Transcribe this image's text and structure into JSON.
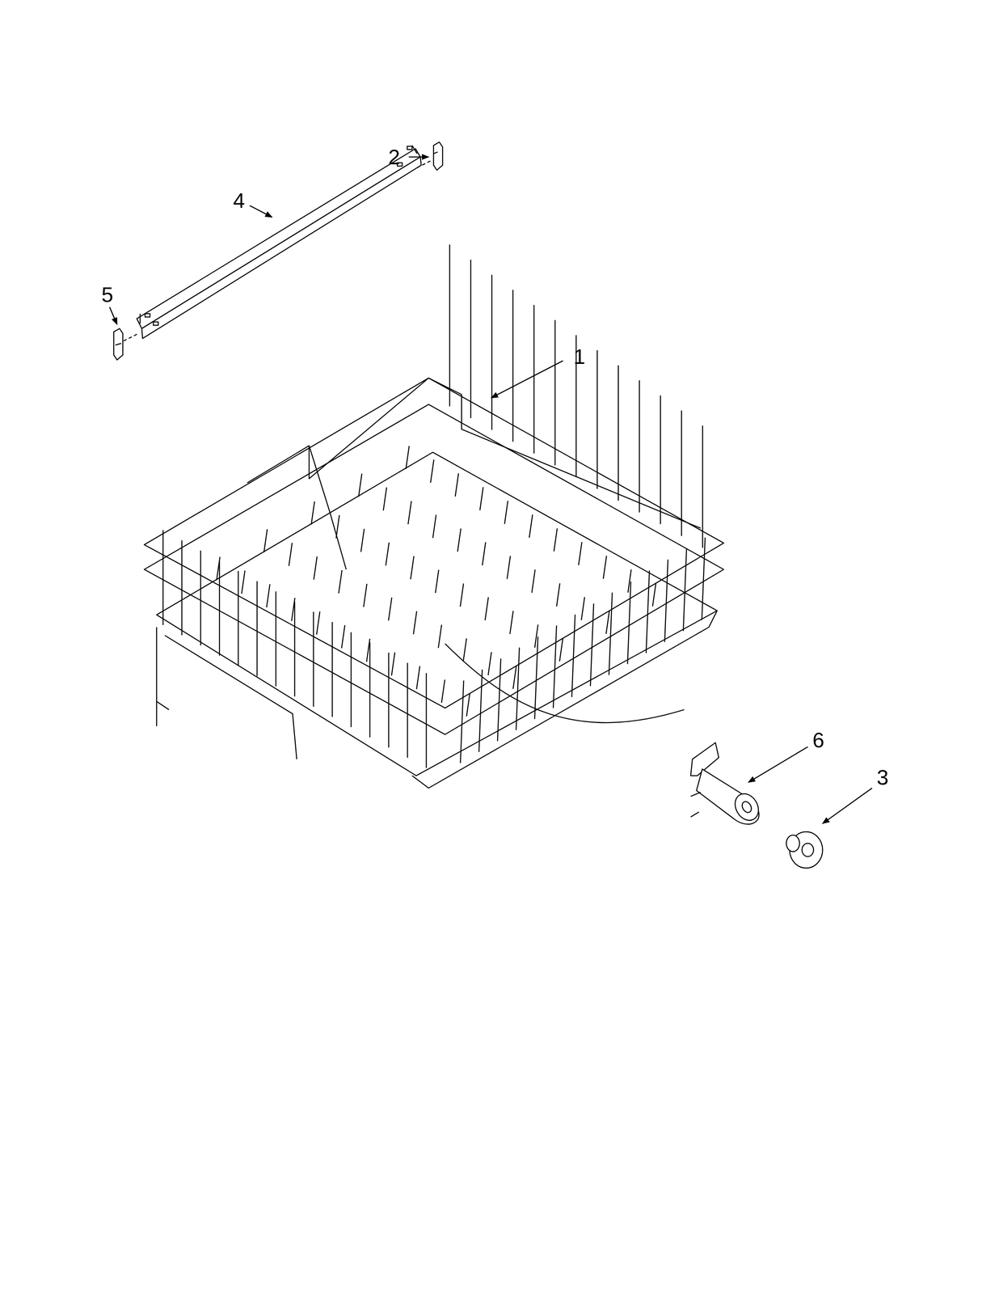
{
  "diagram": {
    "labels": [
      "2",
      "4",
      "5",
      "1",
      "6",
      "3"
    ]
  }
}
